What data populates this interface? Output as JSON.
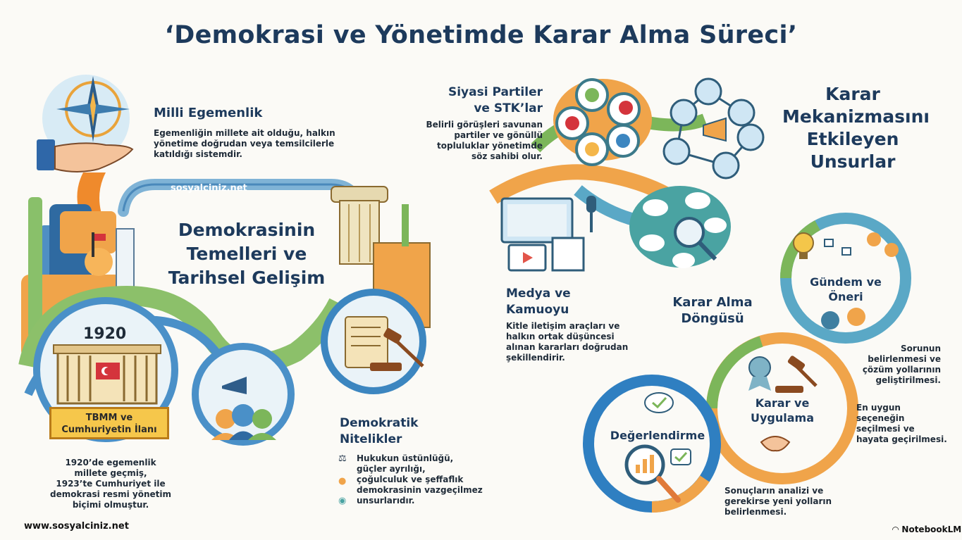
{
  "title": "‘Demokrasi ve Yönetimde Karar Alma Süreci’",
  "watermark_top": "sosyalciniz.net",
  "footer_left": "www.sosyalciniz.net",
  "footer_right": "NotebookLM",
  "left": {
    "milli": {
      "heading": "Milli Egemenlik",
      "text": [
        "Egemenliğin millete ait olduğu, halkın",
        "yönetime doğrudan veya temsilcilerle",
        "katıldığı sistemdir."
      ]
    },
    "center_heading": [
      "Demokrasinin",
      "Temelleri ve",
      "Tarihsel Gelişim"
    ],
    "year": "1920",
    "banner": [
      "TBMM ve",
      "Cumhuriyetin İlanı"
    ],
    "history_text": [
      "1920’de egemenlik",
      "millete geçmiş,",
      "1923’te Cumhuriyet ile",
      "demokrasi resmi yönetim",
      "biçimi olmuştur."
    ],
    "nitelikler": {
      "heading": [
        "Demokratik",
        "Nitelikler"
      ],
      "text": [
        "Hukukun üstünlüğü,",
        "güçler ayrılığı,",
        "çoğulculuk ve şeffaflık",
        "demokrasinin vazgeçilmez",
        "unsurlarıdır."
      ]
    }
  },
  "right": {
    "heading": [
      "Karar",
      "Mekanizmasını",
      "Etkileyen",
      "Unsurlar"
    ],
    "partiler": {
      "heading": [
        "Siyasi Partiler",
        "ve STK’lar"
      ],
      "text": [
        "Belirli görüşleri savunan",
        "partiler ve gönüllü",
        "topluluklar yönetimde",
        "söz sahibi olur."
      ]
    },
    "medya": {
      "heading": [
        "Medya ve",
        "Kamuoyu"
      ],
      "text": [
        "Kitle iletişim araçları ve",
        "halkın ortak düşüncesi",
        "alınan kararları doğrudan",
        "şekillendirir."
      ]
    },
    "dongu_heading": [
      "Karar Alma",
      "Döngüsü"
    ],
    "gundem": {
      "label": [
        "Gündem ve",
        "Öneri"
      ],
      "text": [
        "Sorunun",
        "belirlenmesi ve",
        "çözüm yollarının",
        "geliştirilmesi."
      ]
    },
    "karar": {
      "label": [
        "Karar ve",
        "Uygulama"
      ],
      "text": [
        "En uygun",
        "seçeneğin",
        "seçilmesi ve",
        "hayata geçirilmesi."
      ]
    },
    "degerlendirme": {
      "label": "Değerlendirme",
      "text": [
        "Sonuçların analizi ve",
        "gerekirse yeni yolların",
        "belirlenmesi."
      ]
    }
  },
  "colors": {
    "navy": "#1d3a5c",
    "orange": "#ef8a2c",
    "blue": "#2f7fc1",
    "green": "#7cb65a",
    "teal": "#4aa3a2",
    "yellow": "#f6c74b"
  }
}
